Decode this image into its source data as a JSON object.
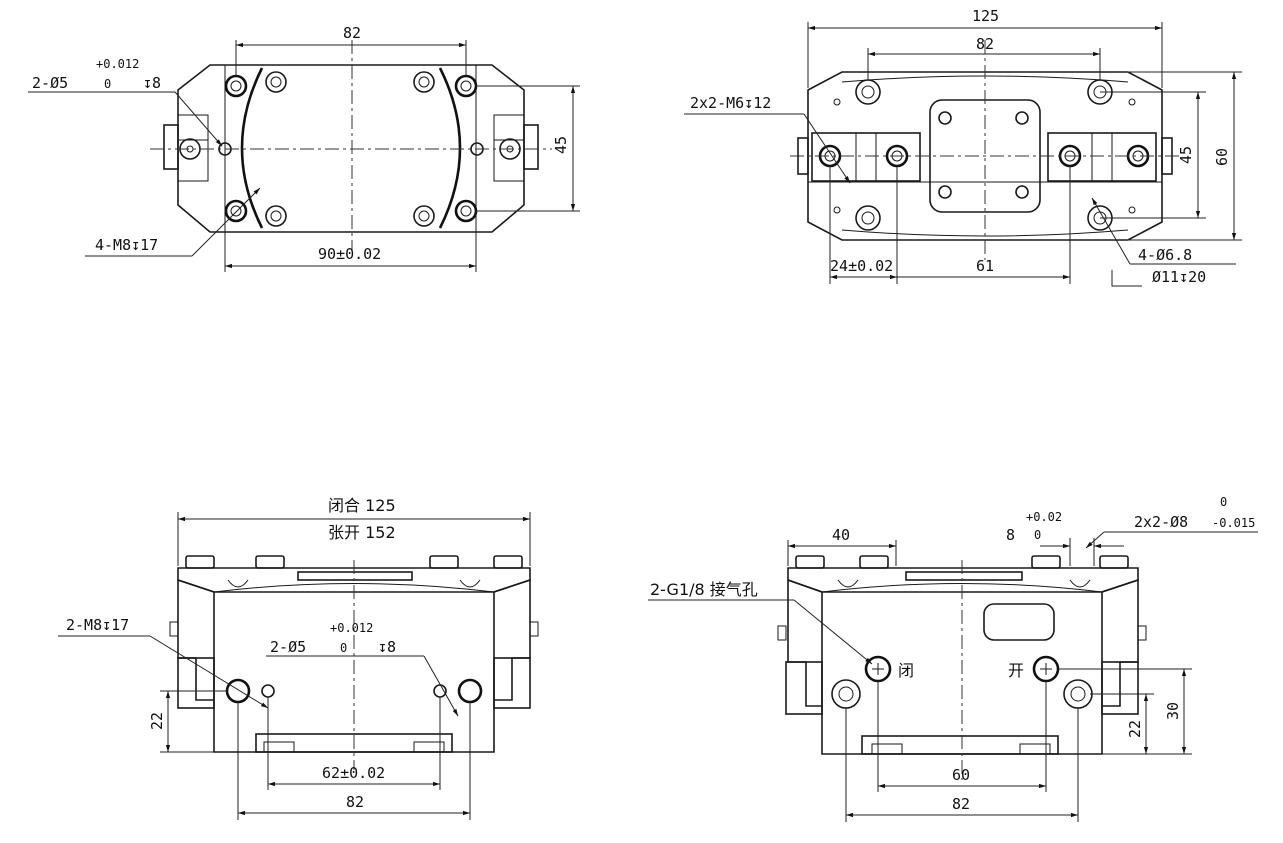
{
  "top_left": {
    "dim_top": "82",
    "dim_bottom": "90",
    "dim_bottom_tol": "±0.02",
    "dim_right": "45",
    "hole_note_prefix": "2-",
    "hole_note_dia": "5",
    "hole_note_tol_upper": "+0.012",
    "hole_note_tol_lower": "0",
    "hole_note_depth": "8",
    "thread_note": "4-M8",
    "thread_depth": "17"
  },
  "top_right": {
    "dim_overall": "125",
    "dim_inner": "82",
    "dim_right_inner": "45",
    "dim_right_outer": "60",
    "thread_note": "2x2-M6",
    "thread_depth": "12",
    "dim_bottom_left": "24",
    "dim_bottom_left_tol": "±0.02",
    "dim_bottom_right": "61",
    "hole_note_a_prefix": "4-",
    "hole_note_a_dia": "6.8",
    "hole_note_b_dia": "11",
    "hole_note_b_depth": "20"
  },
  "bottom_left": {
    "label_closed": "闭合 125",
    "label_open": "张开 152",
    "thread_note": "2-M8",
    "thread_depth": "17",
    "hole_note_prefix": "2-",
    "hole_note_dia": "5",
    "hole_note_tol_upper": "+0.012",
    "hole_note_tol_lower": "0",
    "hole_note_depth": "8",
    "dim_height": "22",
    "dim_inner": "62",
    "dim_inner_tol": "±0.02",
    "dim_outer": "82"
  },
  "bottom_right": {
    "dim_top_left": "40",
    "dim_small": "8",
    "dim_small_tol_upper": "+0.02",
    "dim_small_tol_lower": "0",
    "pin_note": "2x2-",
    "pin_dia": "8",
    "pin_tol_upper": "0",
    "pin_tol_lower": "-0.015",
    "air_note": "2-G1/8 接气孔",
    "label_closed": "闭",
    "label_open": "开",
    "dim_h1": "22",
    "dim_h2": "30",
    "dim_inner": "60",
    "dim_outer": "82"
  }
}
